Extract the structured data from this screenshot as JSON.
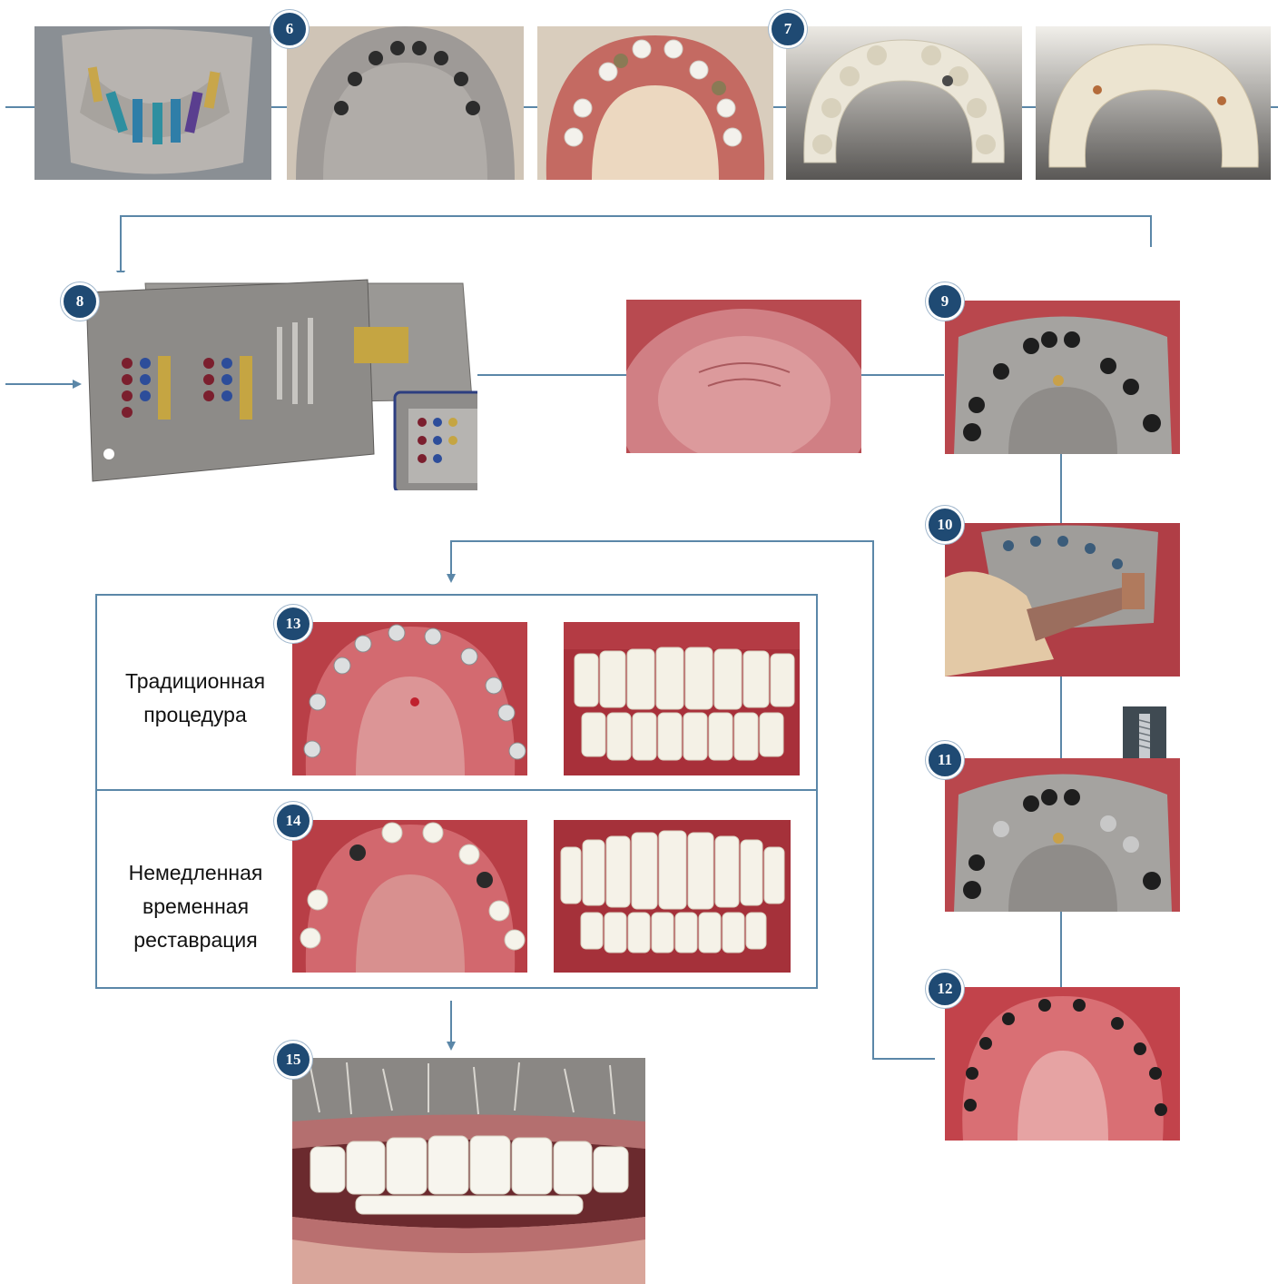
{
  "steps": {
    "s6": "6",
    "s7": "7",
    "s8": "8",
    "s9": "9",
    "s10": "10",
    "s11": "11",
    "s12": "12",
    "s13": "13",
    "s14": "14",
    "s15": "15"
  },
  "labels": {
    "traditional": "Традиционная процедура",
    "immediate": "Немедленная временная реставрация"
  },
  "colors": {
    "connector": "#5b87a8",
    "badge": "#1f4a73",
    "gum": "#c5565d",
    "stone": "#9a9693",
    "tooth": "#f2efe6"
  }
}
